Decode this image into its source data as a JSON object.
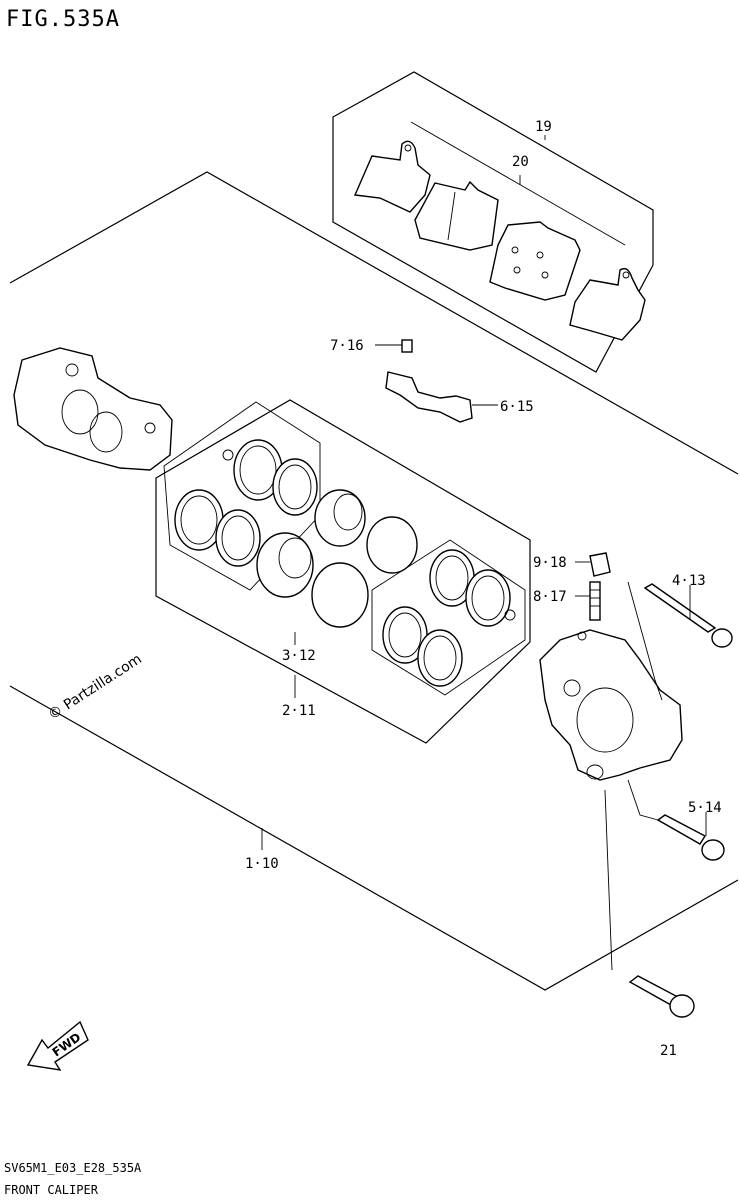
{
  "figure": {
    "title": "FIG.535A",
    "code": "SV65M1_E03_E28_535A",
    "name": "FRONT CALIPER"
  },
  "watermark": "© Partzilla.com",
  "direction_badge": "FWD",
  "callouts": {
    "c19": "19",
    "c20": "20",
    "c7_16": "7·16",
    "c6_15": "6·15",
    "c9_18": "9·18",
    "c8_17": "8·17",
    "c4_13": "4·13",
    "c3_12": "3·12",
    "c2_11": "2·11",
    "c5_14": "5·14",
    "c1_10": "1·10",
    "c21": "21"
  }
}
